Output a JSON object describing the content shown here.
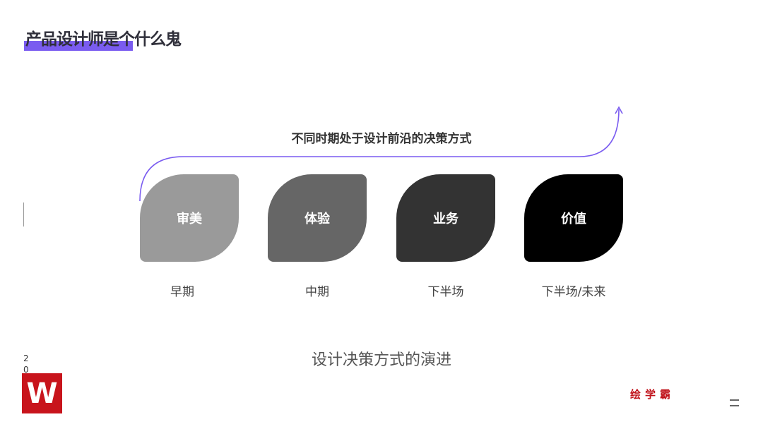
{
  "header": {
    "title": "产品设计师是个什么鬼"
  },
  "diagram": {
    "heading": "不同时期处于设计前沿的决策方式",
    "stages": [
      {
        "name": "审美",
        "period": "早期",
        "color": "#9a9a9a"
      },
      {
        "name": "体验",
        "period": "中期",
        "color": "#666666"
      },
      {
        "name": "业务",
        "period": "下半场",
        "color": "#333333"
      },
      {
        "name": "价值",
        "period": "下半场/未来",
        "color": "#000000"
      }
    ],
    "arrow_color": "#7a5cf0"
  },
  "caption": "设计决策方式的演进",
  "footer": {
    "page": "2 0",
    "logo": "W",
    "brand": "绘学霸"
  }
}
